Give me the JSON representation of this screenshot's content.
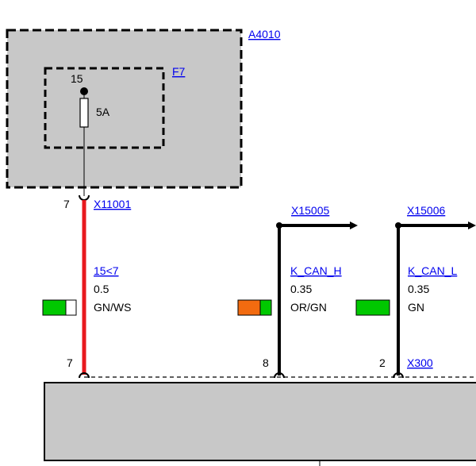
{
  "colors": {
    "module_fill": "#c8c8c8",
    "link": "#0000ee",
    "wire_red": "#e8191e",
    "wire_black": "#000000",
    "green": "#00c800",
    "orange": "#f26b10",
    "white": "#ffffff"
  },
  "modules": {
    "top": {
      "label": "A4010"
    },
    "fuse_box": {
      "label": "F7"
    },
    "bottom": {
      "label": "X300"
    }
  },
  "fuse": {
    "pin": "15",
    "rating": "5A"
  },
  "wires": [
    {
      "connector": "X11001",
      "pin_top": "7",
      "pin_bottom": "7",
      "name": "15<7",
      "size": "0.5",
      "color_code": "GN/WS",
      "swatch": [
        "green",
        "white"
      ]
    },
    {
      "connector": "X15005",
      "pin_bottom": "8",
      "name": "K_CAN_H",
      "size": "0.35",
      "color_code": "OR/GN",
      "swatch": [
        "orange",
        "green"
      ]
    },
    {
      "connector": "X15006",
      "pin_bottom": "2",
      "name": "K_CAN_L",
      "size": "0.35",
      "color_code": "GN",
      "swatch": [
        "green"
      ]
    }
  ]
}
